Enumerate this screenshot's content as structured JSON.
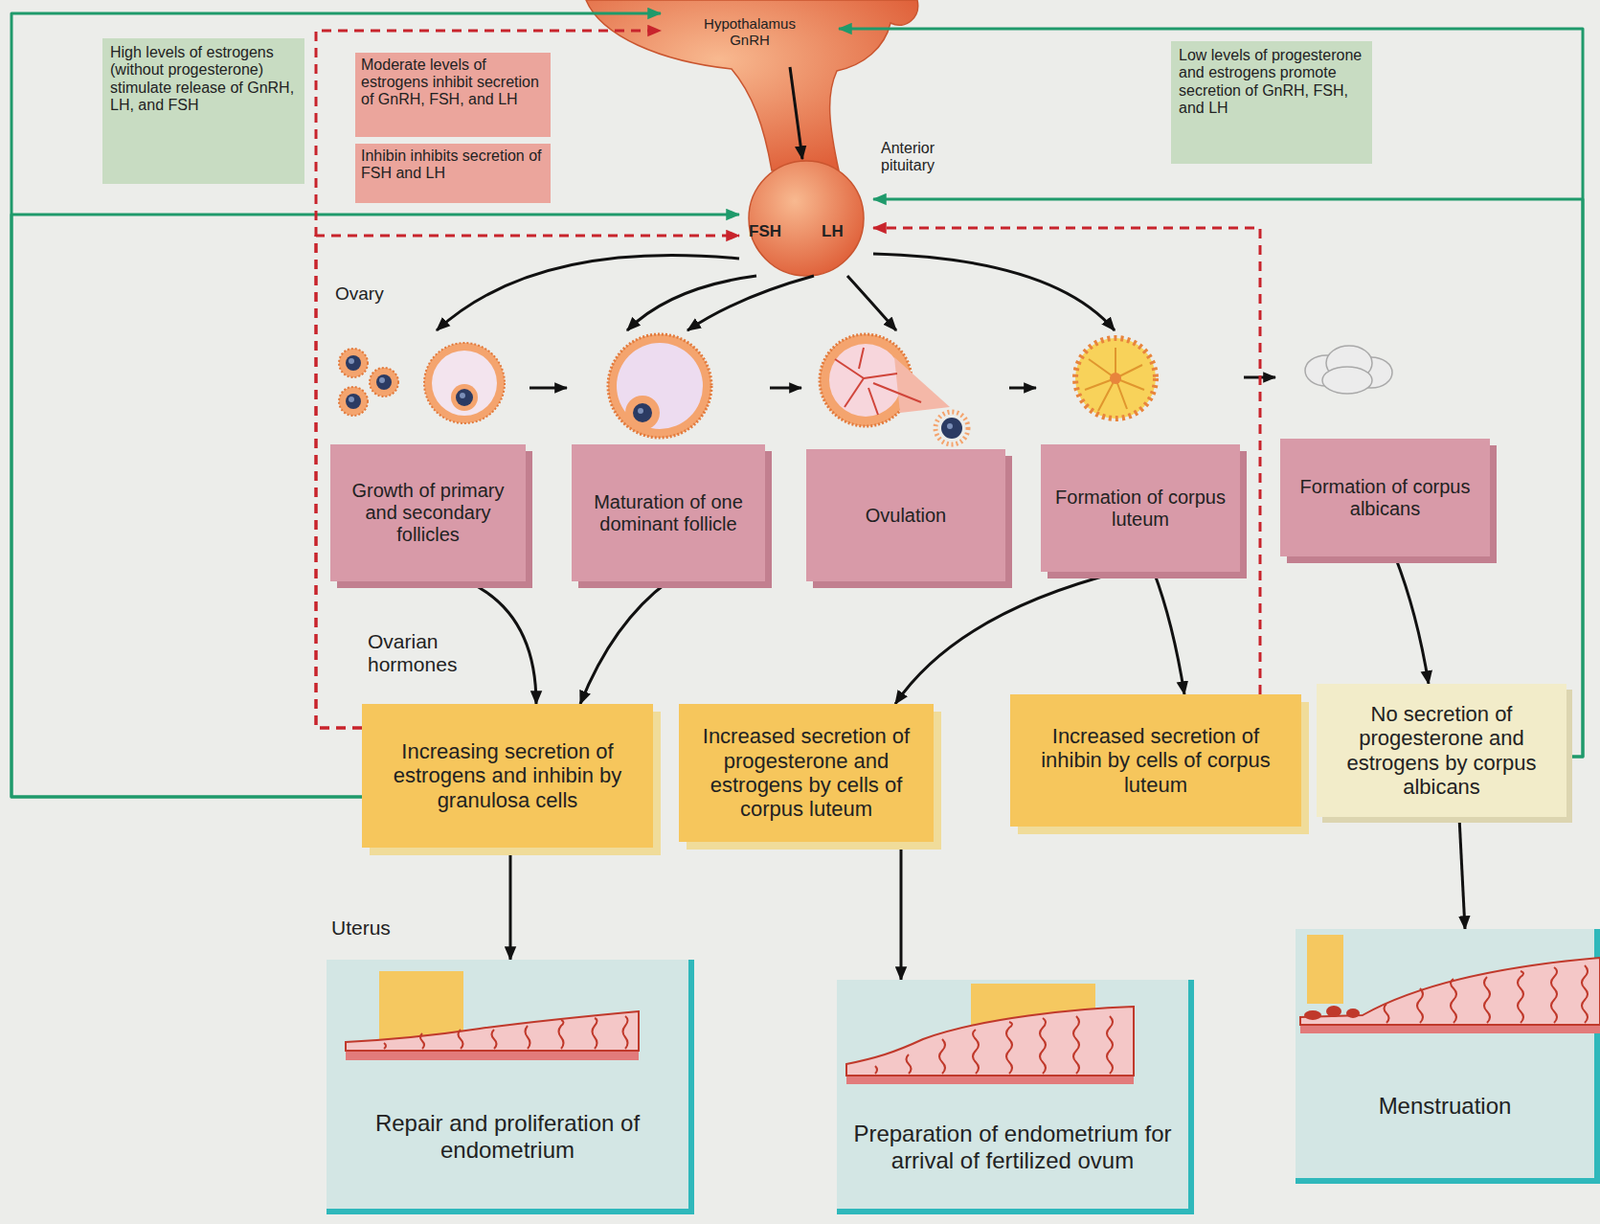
{
  "diagram": {
    "nodes": [
      {
        "text": [
          "High levels of estrogens (without progesterone) stimulate release of GnRH, LH, and FSH"
        ]
      },
      {
        "text": [
          "Moderate levels of estrogens inhibit secretion of GnRH, FSH, and LH"
        ]
      },
      {
        "text": [
          "Inhibin inhibits secretion of FSH and LH"
        ]
      },
      {
        "text": [
          "Hypothalamus",
          "GnRH"
        ]
      },
      {
        "text": [
          "Anterior pituitary",
          "FSH",
          "LH"
        ]
      },
      {
        "text": [
          "Low levels of progesterone and estrogens promote secretion of GnRH, FSH, and LH"
        ]
      },
      {
        "text": [
          "Growth of primary and secondary follicles"
        ]
      },
      {
        "text": [
          "Maturation of one dominant follicle"
        ]
      },
      {
        "text": [
          "Ovulation"
        ]
      },
      {
        "text": [
          "Formation of corpus luteum"
        ]
      },
      {
        "text": [
          "Formation of corpus albicans"
        ]
      },
      {
        "text": [
          "Increasing secretion of estrogens and inhibin by granulosa cells"
        ]
      },
      {
        "text": [
          "Increased secretion of progesterone and estrogens by cells of corpus luteum"
        ]
      },
      {
        "text": [
          "Increased secretion of inhibin by cells of corpus luteum"
        ]
      },
      {
        "text": [
          "No secretion of progesterone and estrogens by corpus albicans"
        ]
      },
      {
        "text": [
          "Repair and proliferation of endometrium"
        ]
      },
      {
        "text": [
          "Preparation of endometrium for arrival of fertilized ovum"
        ]
      },
      {
        "text": [
          "Menstruation"
        ]
      }
    ],
    "edges": [
      {
        "from": 3,
        "to": 4,
        "arrow": "to"
      },
      {
        "from": 4,
        "to": 6,
        "arrow": "to"
      },
      {
        "from": 4,
        "to": 7,
        "arrow": "to"
      },
      {
        "from": 4,
        "to": 7,
        "arrow": "to"
      },
      {
        "from": 4,
        "to": 8,
        "arrow": "to"
      },
      {
        "from": 4,
        "to": 9,
        "arrow": "to"
      },
      {
        "from": 6,
        "to": 11,
        "arrow": "to"
      },
      {
        "from": 7,
        "to": 11,
        "arrow": "to"
      },
      {
        "from": 9,
        "to": 12,
        "arrow": "to"
      },
      {
        "from": 9,
        "to": 13,
        "arrow": "to"
      },
      {
        "from": 10,
        "to": 14,
        "arrow": "to"
      },
      {
        "from": 11,
        "to": 15,
        "arrow": "to"
      },
      {
        "from": 12,
        "to": 16,
        "arrow": "to"
      },
      {
        "from": 14,
        "to": 17,
        "arrow": "to"
      },
      {
        "from": 11,
        "to": 3,
        "arrow": "to"
      },
      {
        "from": 11,
        "to": 4,
        "arrow": "to"
      },
      {
        "from": 11,
        "to": 3,
        "arrow": "to"
      },
      {
        "from": 11,
        "to": 4,
        "arrow": "to"
      },
      {
        "from": 14,
        "to": 3,
        "arrow": "to"
      },
      {
        "from": 14,
        "to": 4,
        "arrow": "to"
      },
      {
        "from": 13,
        "to": 4,
        "arrow": "to"
      }
    ],
    "labels": [
      "Ovary",
      "Ovarian hormones",
      "Uterus"
    ]
  }
}
